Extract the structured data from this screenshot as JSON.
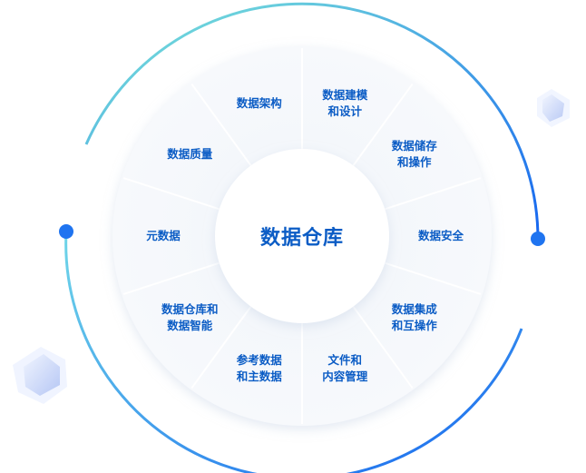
{
  "title": "数据仓库",
  "segments": [
    {
      "lines": [
        "数据建模",
        "和设计"
      ]
    },
    {
      "lines": [
        "数据储存",
        "和操作"
      ]
    },
    {
      "lines": [
        "数据安全"
      ]
    },
    {
      "lines": [
        "数据集成",
        "和互操作"
      ]
    },
    {
      "lines": [
        "文件和",
        "内容管理"
      ]
    },
    {
      "lines": [
        "参考数据",
        "和主数据"
      ]
    },
    {
      "lines": [
        "数据仓库和",
        "数据智能"
      ]
    },
    {
      "lines": [
        "元数据"
      ]
    },
    {
      "lines": [
        "数据质量"
      ]
    },
    {
      "lines": [
        "数据架构"
      ]
    }
  ],
  "colors": {
    "text": "#0b5cc5",
    "arc_start": "#7de8d8",
    "arc_end": "#1565f0"
  }
}
